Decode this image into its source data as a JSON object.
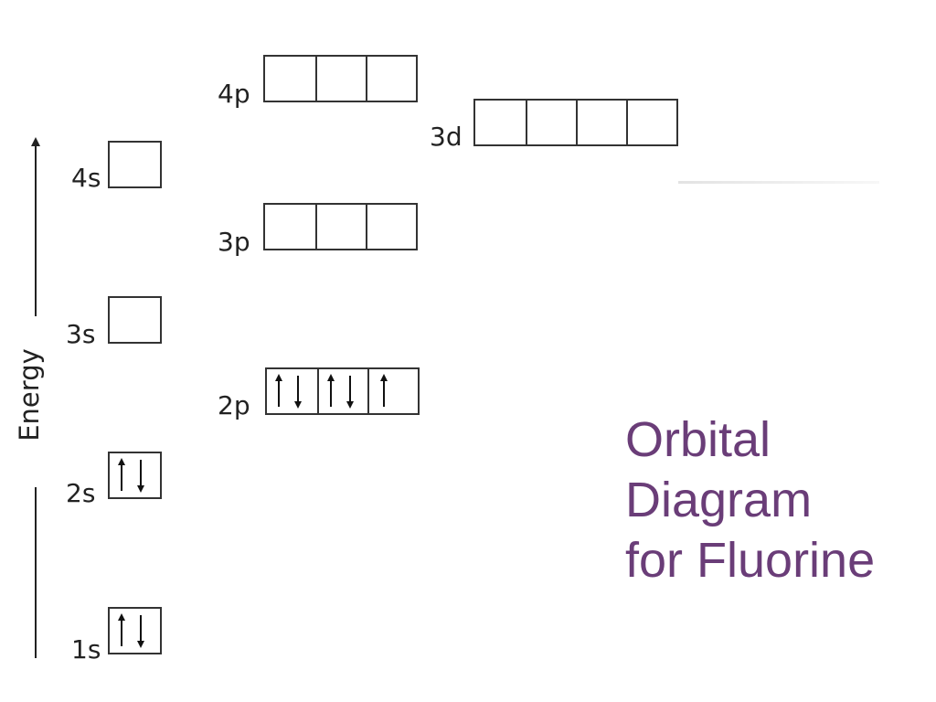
{
  "axis": {
    "label": "Energy"
  },
  "title": {
    "line1": "Orbital",
    "line2": "Diagram",
    "line3": "for Fluorine"
  },
  "colors": {
    "title": "#6a3d78",
    "lines": "#333333"
  },
  "orbitals": [
    {
      "label": "1s",
      "boxes": 1,
      "electrons": [
        2
      ]
    },
    {
      "label": "2s",
      "boxes": 1,
      "electrons": [
        2
      ]
    },
    {
      "label": "2p",
      "boxes": 3,
      "electrons": [
        2,
        2,
        1
      ]
    },
    {
      "label": "3s",
      "boxes": 1,
      "electrons": [
        0
      ]
    },
    {
      "label": "3p",
      "boxes": 3,
      "electrons": [
        0,
        0,
        0
      ]
    },
    {
      "label": "4s",
      "boxes": 1,
      "electrons": [
        0
      ]
    },
    {
      "label": "3d",
      "boxes": 4,
      "electrons": [
        0,
        0,
        0,
        0
      ]
    },
    {
      "label": "4p",
      "boxes": 3,
      "electrons": [
        0,
        0,
        0
      ]
    }
  ]
}
